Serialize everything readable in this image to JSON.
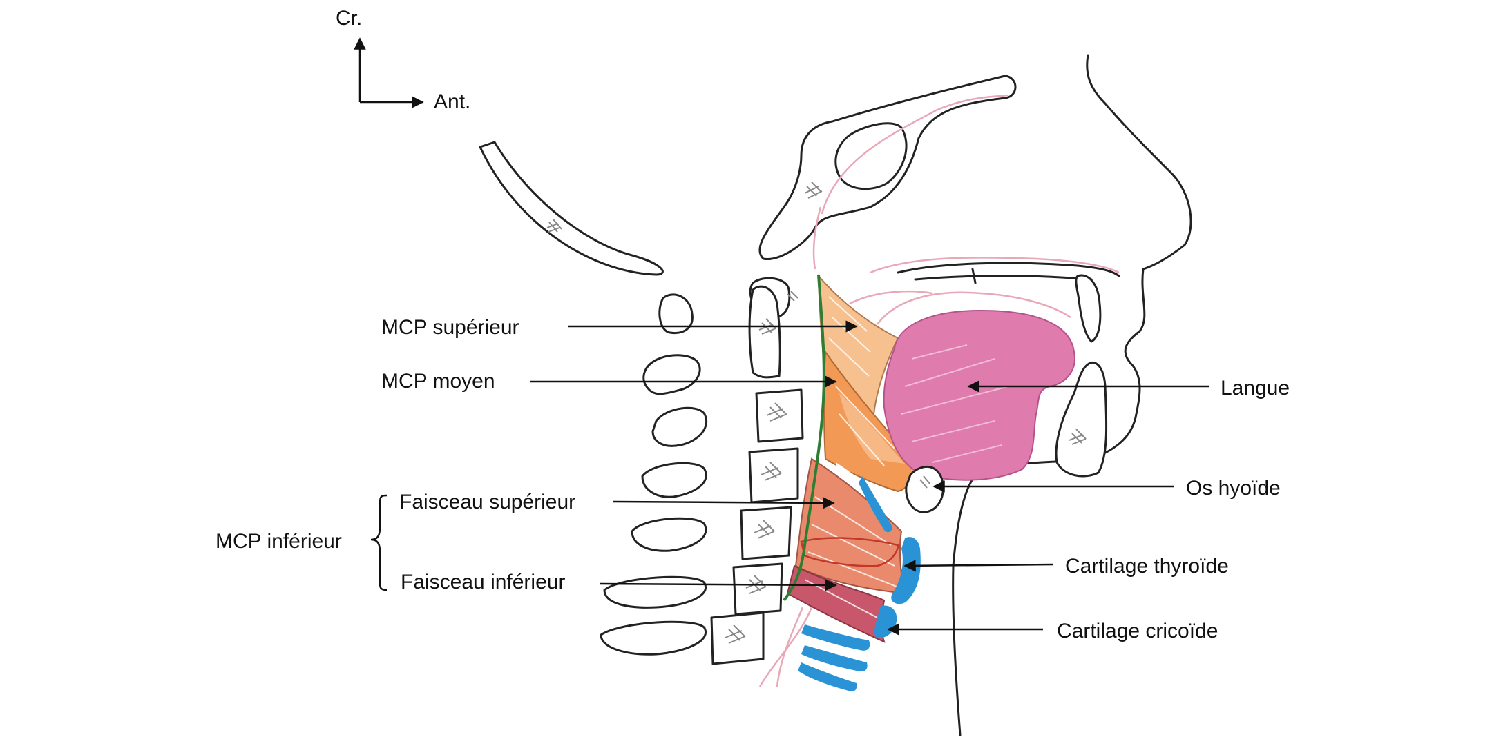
{
  "orientation": {
    "cranial": "Cr.",
    "anterior": "Ant."
  },
  "labels": {
    "mcp_superieur": "MCP supérieur",
    "mcp_moyen": "MCP moyen",
    "faisceau_superieur": "Faisceau supérieur",
    "mcp_inferieur": "MCP inférieur",
    "faisceau_inferieur": "Faisceau inférieur",
    "langue": "Langue",
    "os_hyoide": "Os hyoïde",
    "cartilage_thyroide": "Cartilage thyroïde",
    "cartilage_cricoide": "Cartilage cricoïde"
  },
  "colors": {
    "tongue": "#e07bae",
    "mcp_superior": "#f7c08f",
    "mcp_middle": "#f29a55",
    "mcp_inferior": "#ea8a6d",
    "mcp_inferior_lower": "#c9576b",
    "cartilage": "#2a93d5",
    "pharynx_wall": "#2e7d32"
  }
}
